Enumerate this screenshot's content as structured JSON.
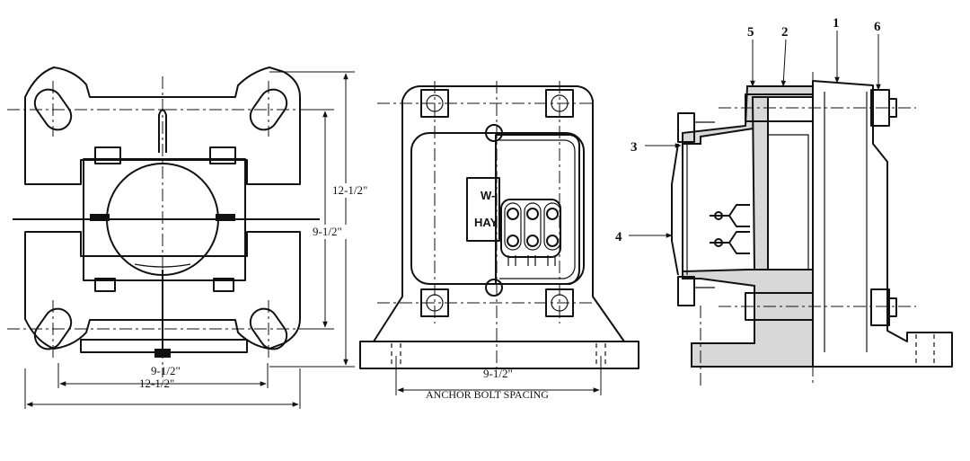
{
  "front_view": {
    "dim_overall_height": "12-1/2\"",
    "dim_bolt_height": "9-1/2\"",
    "dim_bolt_width": "9-1/2\"",
    "dim_overall_width": "12-1/2\""
  },
  "middle_view": {
    "dim_anchor_spacing": "9-1/2\"",
    "anchor_label": "ANCHOR BOLT SPACING",
    "nameplate_line1": "W-",
    "nameplate_line2": "HAY"
  },
  "section_view": {
    "callouts": [
      "1",
      "2",
      "3",
      "4",
      "5",
      "6"
    ]
  }
}
